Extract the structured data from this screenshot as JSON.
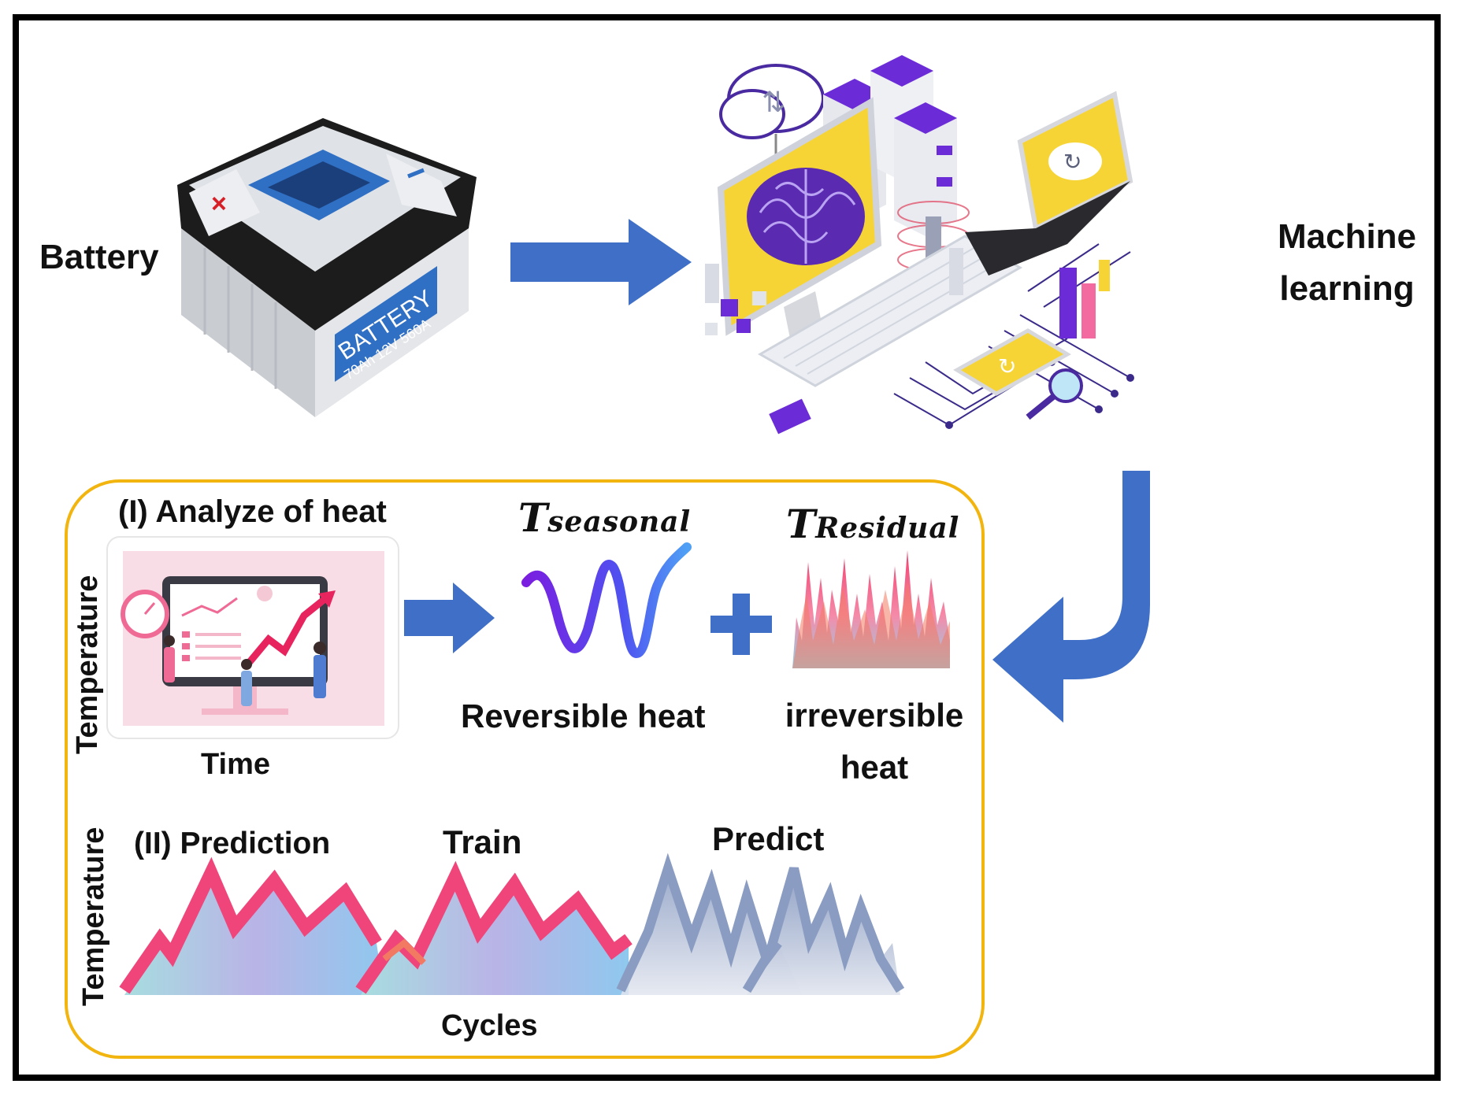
{
  "labels": {
    "battery": "Battery",
    "machine_learning_line1": "Machine",
    "machine_learning_line2": "learning",
    "analyze_heat": "(I) Analyze of heat",
    "temperature_axis_top": "Temperature",
    "time_axis": "Time",
    "t_seasonal_symbol": "T",
    "t_seasonal_sub": "seasonal",
    "t_residual_symbol": "T",
    "t_residual_sub": "Residual",
    "reversible_heat": "Reversible heat",
    "irreversible_line1": "irreversible",
    "irreversible_line2": "heat",
    "temperature_axis_bottom": "Temperature",
    "prediction": "(II) Prediction",
    "train": "Train",
    "predict": "Predict",
    "cycles_axis": "Cycles"
  },
  "battery_illustration": {
    "label_line1": "BATTERY",
    "label_line2": "70Ah 12V 560A"
  },
  "colors": {
    "arrow_blue": "#3f6fc6",
    "box_border": "#f2b50f",
    "pink": "#f03a72",
    "cyan": "#8fd3e8",
    "predict_gray_blue": "#8a9cc2",
    "purple": "#6b2bd6",
    "yellow": "#f7d436"
  },
  "icons": [
    "battery-icon",
    "machine-learning-illustration-icon",
    "brain-icon",
    "cloud-icon",
    "laptop-icon",
    "server-icon",
    "analytics-screen-icon"
  ]
}
